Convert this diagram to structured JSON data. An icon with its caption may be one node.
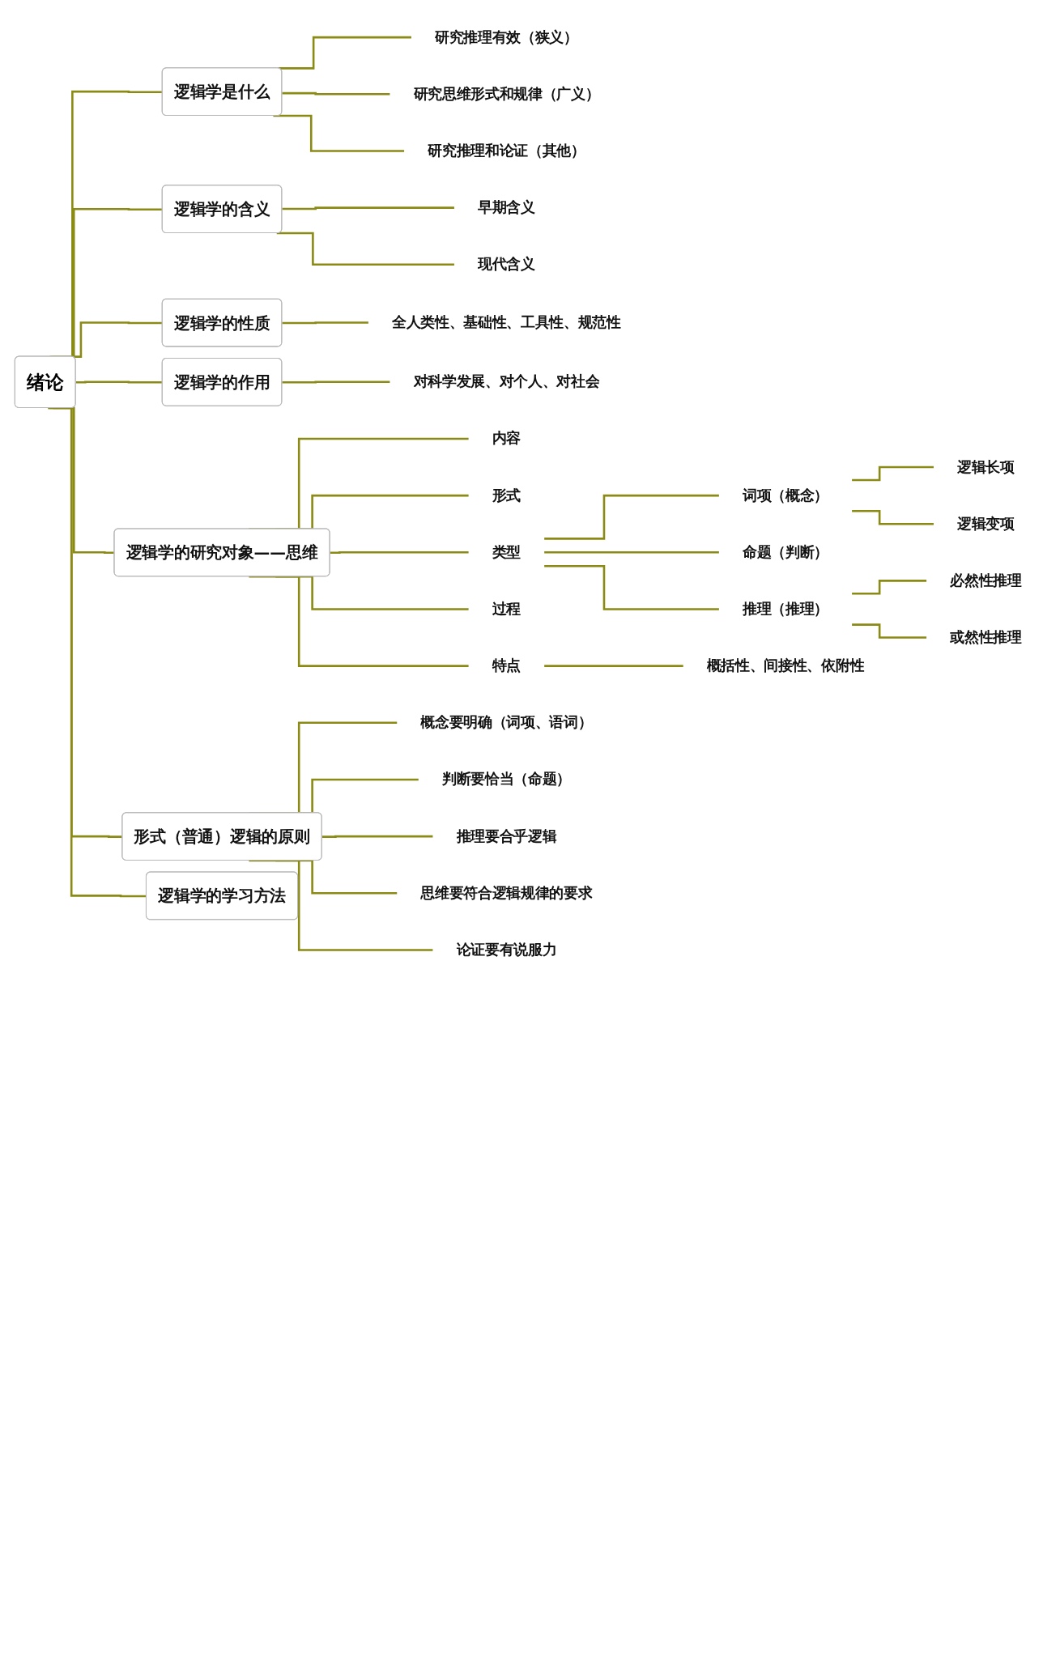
{
  "diagram": {
    "nodes": [
      {
        "text": [
          "绪论"
        ]
      },
      {
        "text": [
          "逻辑学是什么"
        ]
      },
      {
        "text": [
          "研究推理有效（狭义）"
        ]
      },
      {
        "text": [
          "研究思维形式和规律（广义）"
        ]
      },
      {
        "text": [
          "研究推理和论证（其他）"
        ]
      },
      {
        "text": [
          "逻辑学的含义"
        ]
      },
      {
        "text": [
          "早期含义"
        ]
      },
      {
        "text": [
          "现代含义"
        ]
      },
      {
        "text": [
          "逻辑学的性质"
        ]
      },
      {
        "text": [
          "全人类性、基础性、工具性、规范性"
        ]
      },
      {
        "text": [
          "逻辑学的作用"
        ]
      },
      {
        "text": [
          "对科学发展、对个人、对社会"
        ]
      },
      {
        "text": [
          "逻辑学的研究对象——思维"
        ]
      },
      {
        "text": [
          "内容"
        ]
      },
      {
        "text": [
          "形式"
        ]
      },
      {
        "text": [
          "类型"
        ]
      },
      {
        "text": [
          "词项（概念）"
        ]
      },
      {
        "text": [
          "逻辑长项"
        ]
      },
      {
        "text": [
          "逻辑变项"
        ]
      },
      {
        "text": [
          "命题（判断）"
        ]
      },
      {
        "text": [
          "推理（推理）"
        ]
      },
      {
        "text": [
          "必然性推理"
        ]
      },
      {
        "text": [
          "或然性推理"
        ]
      },
      {
        "text": [
          "过程"
        ]
      },
      {
        "text": [
          "特点"
        ]
      },
      {
        "text": [
          "概括性、间接性、依附性"
        ]
      },
      {
        "text": [
          "形式（普通）逻辑的原则"
        ]
      },
      {
        "text": [
          "概念要明确（词项、语词）"
        ]
      },
      {
        "text": [
          "判断要恰当（命题）"
        ]
      },
      {
        "text": [
          "推理要合乎逻辑"
        ]
      },
      {
        "text": [
          "思维要符合逻辑规律的要求"
        ]
      },
      {
        "text": [
          "论证要有说服力"
        ]
      },
      {
        "text": [
          "逻辑学的学习方法"
        ]
      }
    ],
    "edges": [
      {
        "from": 0,
        "to": 1,
        "arrow": "none"
      },
      {
        "from": 1,
        "to": 2,
        "arrow": "none"
      },
      {
        "from": 1,
        "to": 3,
        "arrow": "none"
      },
      {
        "from": 1,
        "to": 4,
        "arrow": "none"
      },
      {
        "from": 0,
        "to": 5,
        "arrow": "none"
      },
      {
        "from": 5,
        "to": 6,
        "arrow": "none"
      },
      {
        "from": 5,
        "to": 7,
        "arrow": "none"
      },
      {
        "from": 0,
        "to": 8,
        "arrow": "none"
      },
      {
        "from": 8,
        "to": 9,
        "arrow": "none"
      },
      {
        "from": 0,
        "to": 10,
        "arrow": "none"
      },
      {
        "from": 10,
        "to": 11,
        "arrow": "none"
      },
      {
        "from": 0,
        "to": 12,
        "arrow": "none"
      },
      {
        "from": 12,
        "to": 13,
        "arrow": "none"
      },
      {
        "from": 12,
        "to": 14,
        "arrow": "none"
      },
      {
        "from": 12,
        "to": 15,
        "arrow": "none"
      },
      {
        "from": 15,
        "to": 16,
        "arrow": "none"
      },
      {
        "from": 16,
        "to": 17,
        "arrow": "none"
      },
      {
        "from": 16,
        "to": 18,
        "arrow": "none"
      },
      {
        "from": 15,
        "to": 19,
        "arrow": "none"
      },
      {
        "from": 15,
        "to": 20,
        "arrow": "none"
      },
      {
        "from": 20,
        "to": 21,
        "arrow": "none"
      },
      {
        "from": 20,
        "to": 22,
        "arrow": "none"
      },
      {
        "from": 12,
        "to": 23,
        "arrow": "none"
      },
      {
        "from": 12,
        "to": 24,
        "arrow": "none"
      },
      {
        "from": 24,
        "to": 25,
        "arrow": "none"
      },
      {
        "from": 0,
        "to": 26,
        "arrow": "none"
      },
      {
        "from": 26,
        "to": 27,
        "arrow": "none"
      },
      {
        "from": 26,
        "to": 28,
        "arrow": "none"
      },
      {
        "from": 26,
        "to": 29,
        "arrow": "none"
      },
      {
        "from": 26,
        "to": 30,
        "arrow": "none"
      },
      {
        "from": 26,
        "to": 31,
        "arrow": "none"
      },
      {
        "from": 0,
        "to": 32,
        "arrow": "none"
      }
    ]
  }
}
